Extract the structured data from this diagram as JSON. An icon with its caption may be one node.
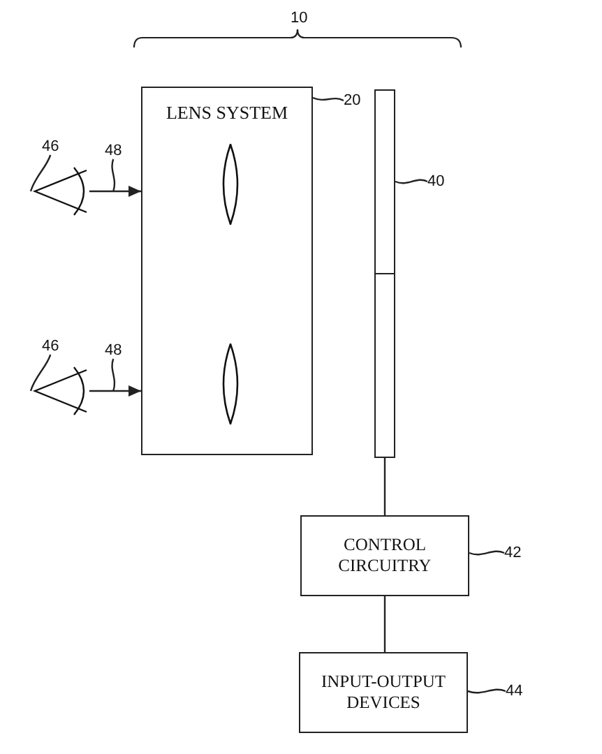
{
  "diagram": {
    "nodes": [
      {
        "text": [
          "LENS SYSTEM"
        ]
      },
      {
        "text": [
          "20"
        ]
      },
      {
        "text": [],
        "shape": "bar"
      },
      {
        "text": [
          "40"
        ]
      },
      {
        "text": [
          "46"
        ]
      },
      {
        "text": [],
        "shape": "picture"
      },
      {
        "text": [
          "48"
        ]
      },
      {
        "text": [
          "46"
        ]
      },
      {
        "text": [],
        "shape": "picture"
      },
      {
        "text": [
          "48"
        ]
      },
      {
        "text": [
          "CONTROL CIRCUITRY"
        ]
      },
      {
        "text": [
          "42"
        ]
      },
      {
        "text": [
          "INPUT-OUTPUT DEVICES"
        ]
      },
      {
        "text": [
          "44"
        ]
      }
    ],
    "edges": [
      {
        "from": 1,
        "to": 0,
        "arrow": "none"
      },
      {
        "from": 3,
        "to": 2,
        "arrow": "none"
      },
      {
        "from": 4,
        "to": 5,
        "arrow": "none"
      },
      {
        "from": 5,
        "to": 0,
        "arrow": "to"
      },
      {
        "from": 6,
        "to": null,
        "arrow": "none"
      },
      {
        "from": 7,
        "to": 8,
        "arrow": "none"
      },
      {
        "from": 8,
        "to": 0,
        "arrow": "to"
      },
      {
        "from": 9,
        "to": null,
        "arrow": "none"
      },
      {
        "from": 2,
        "to": 10,
        "arrow": "none"
      },
      {
        "from": 10,
        "to": 12,
        "arrow": "none"
      },
      {
        "from": 11,
        "to": 10,
        "arrow": "none"
      },
      {
        "from": 13,
        "to": 12,
        "arrow": "none"
      }
    ],
    "labels": [
      "10"
    ]
  }
}
